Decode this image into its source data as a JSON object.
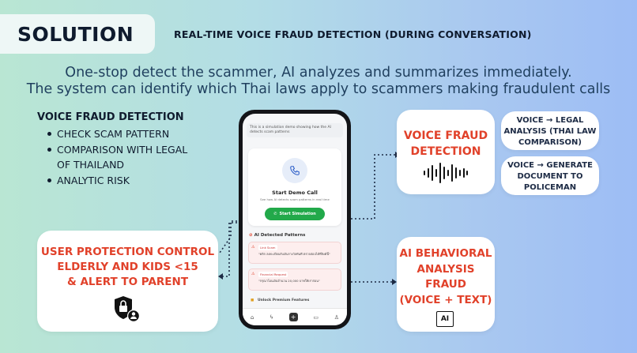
{
  "header": {
    "badge": "SOLUTION",
    "headline": "REAL-TIME VOICE FRAUD DETECTION (DURING CONVERSATION)"
  },
  "intro": {
    "line1": "One-stop detect the scammer, AI analyzes and summarizes immediately.",
    "line2": "The system can identify which Thai laws apply to scammers making fraudulent calls"
  },
  "features": {
    "title": "VOICE FRAUD DETECTION",
    "items": [
      "CHECK SCAM PATTERN",
      "COMPARISON WITH LEGAL",
      "OF THAILAND",
      "ANALYTIC RISK"
    ]
  },
  "protection_card": {
    "line1": "USER PROTECTION CONTROL",
    "line2": "ELDERLY AND KIDS <15",
    "line3": "& ALERT TO PARENT",
    "icon": "shield-user-icon"
  },
  "voice_card": {
    "line1": "VOICE FRAUD",
    "line2": "DETECTION",
    "icon": "sound-wave-icon"
  },
  "side_notes": {
    "note1_line1": "VOICE → LEGAL",
    "note1_line2": "ANALYSIS (THAI LAW",
    "note1_line3": "COMPARISON)",
    "note2_line1": "VOICE → GENERATE",
    "note2_line2": "DOCUMENT TO",
    "note2_line3": "POLICEMAN"
  },
  "ai_card": {
    "line1": "AI BEHAVIORAL",
    "line2": "ANALYSIS",
    "line3": "FRAUD",
    "line4": "(VOICE + TEXT)",
    "icon_label": "AI"
  },
  "phone": {
    "demo_note": "This is a simulation demo showing how the AI detects scam patterns",
    "demo_title": "Start Demo Call",
    "demo_sub": "See how AI detects scam patterns in real time",
    "sim_button": "Start Simulation",
    "detected_header": "AI Detected Patterns",
    "patterns": [
      {
        "tag": "Link Scam",
        "quote": "\"คลิก ลงทะเบียนรับเงินรางวัลทันที ตรวจสอบได้ที่ลิงค์นี้\""
      },
      {
        "tag": "Financial Request",
        "quote": "\"กรุณาโอนเงินจำนวน 20,000 บาทให้เราก่อน\""
      }
    ],
    "unlock": "Unlock Premium Features",
    "nav_icons": [
      "home-icon",
      "bolt-icon",
      "plus-icon",
      "chat-icon",
      "profile-icon"
    ]
  },
  "colors": {
    "accent_red": "#e1412a",
    "sim_green": "#22a94a"
  }
}
